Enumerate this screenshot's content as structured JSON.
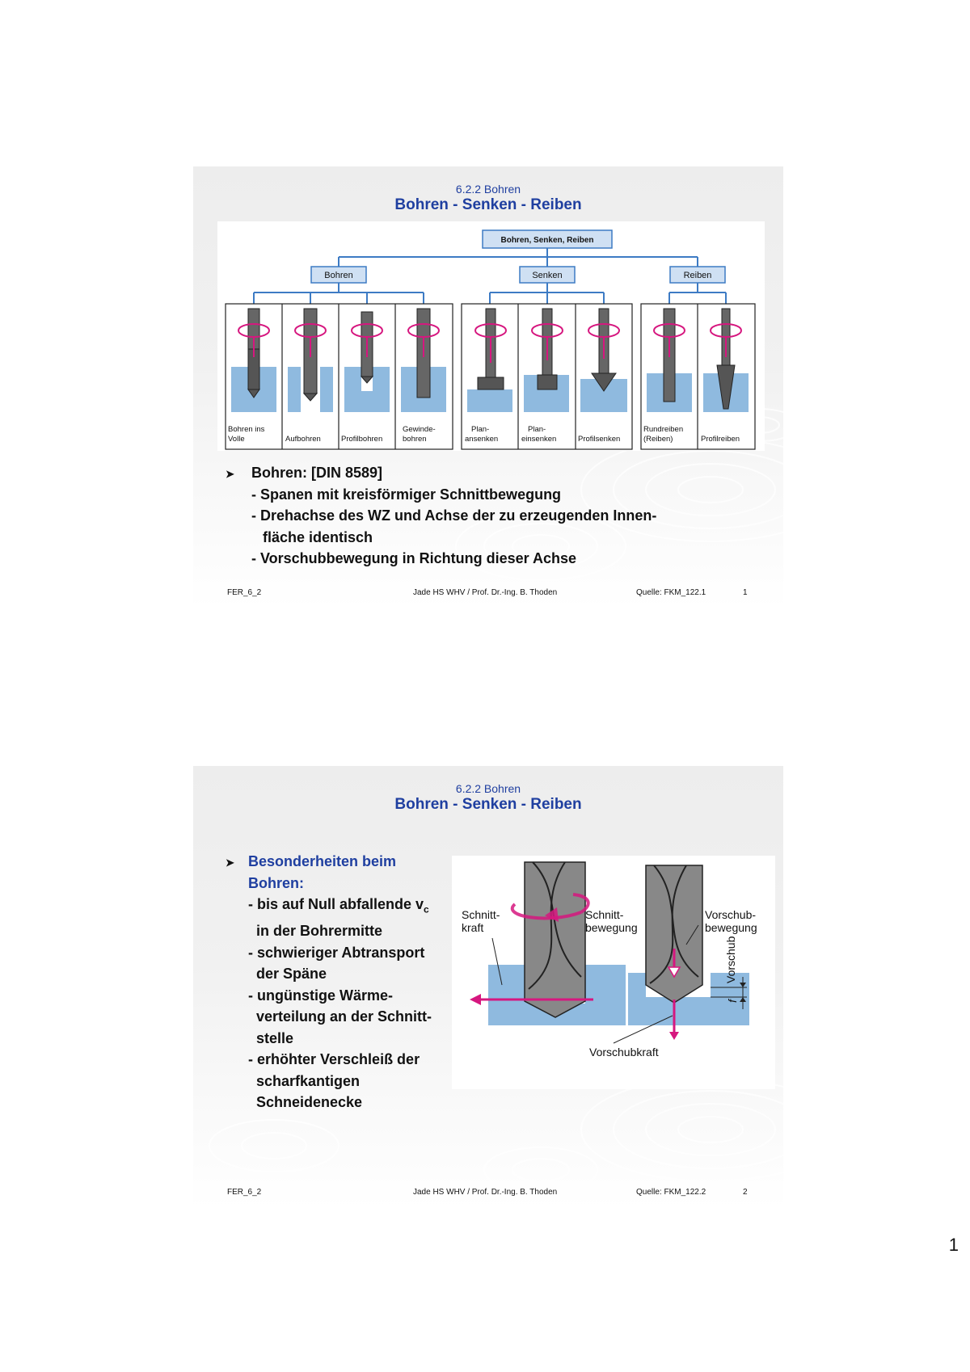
{
  "page_number": "1",
  "slides": [
    {
      "section": "6.2.2 Bohren",
      "title": "Bohren - Senken - Reiben",
      "diagram": {
        "root": "Bohren, Senken, Reiben",
        "groups": [
          "Bohren",
          "Senken",
          "Reiben"
        ],
        "tools": [
          {
            "l1": "Bohren ins",
            "l2": "Volle"
          },
          {
            "l1": "",
            "l2": "Aufbohren"
          },
          {
            "l1": "",
            "l2": "Profilbohren"
          },
          {
            "l1": "Gewinde-",
            "l2": "bohren"
          },
          {
            "l1": "Plan-",
            "l2": "ansenken"
          },
          {
            "l1": "Plan-",
            "l2": "einsenken"
          },
          {
            "l1": "",
            "l2": "Profilsenken"
          },
          {
            "l1": "Rundreiben",
            "l2": "(Reiben)"
          },
          {
            "l1": "",
            "l2": "Profilreiben"
          }
        ]
      },
      "bullet_head": "Bohren: [DIN 8589]",
      "bullet_lines": [
        "- Spanen mit kreisförmiger Schnittbewegung",
        "- Drehachse des WZ und Achse der zu erzeugenden Innen-",
        "  fläche identisch",
        "- Vorschubbewegung in Richtung dieser Achse"
      ],
      "footer": {
        "left": "FER_6_2",
        "middle": "Jade HS WHV / Prof. Dr.-Ing. B. Thoden",
        "source": "Quelle: FKM_122.1",
        "number": "1"
      }
    },
    {
      "section": "6.2.2 Bohren",
      "title": "Bohren - Senken - Reiben",
      "bullet_head_1": "Besonderheiten beim",
      "bullet_head_2": "Bohren:",
      "vc_line_text": "- bis auf Null abfallende v",
      "vc_sub": "c",
      "bullet_lines": [
        "  in der Bohrermitte",
        "- schwieriger Abtransport",
        "  der Späne",
        "- ungünstige Wärme-",
        "  verteilung an der Schnitt-",
        "  stelle",
        "- erhöhter Verschleiß der",
        "  scharfkantigen",
        "  Schneidenecke"
      ],
      "figure": {
        "schnittkraft_1": "Schnitt-",
        "schnittkraft_2": "kraft",
        "schnittbew_1": "Schnitt-",
        "schnittbew_2": "bewegung",
        "vorschubbew_1": "Vorschub-",
        "vorschubbew_2": "bewegung",
        "vorschub": "Vorschub",
        "f": "f",
        "vorschubkraft": "Vorschubkraft"
      },
      "footer": {
        "left": "FER_6_2",
        "middle": "Jade HS WHV / Prof. Dr.-Ing. B. Thoden",
        "source": "Quelle: FKM_122.2",
        "number": "2"
      }
    }
  ],
  "colors": {
    "title_blue": "#1f3fa0",
    "workpiece_blue": "#8fbadf",
    "arrow_magenta": "#d6177f",
    "box_fill": "#cfe0f3",
    "line_blue": "#3d7bc4"
  }
}
